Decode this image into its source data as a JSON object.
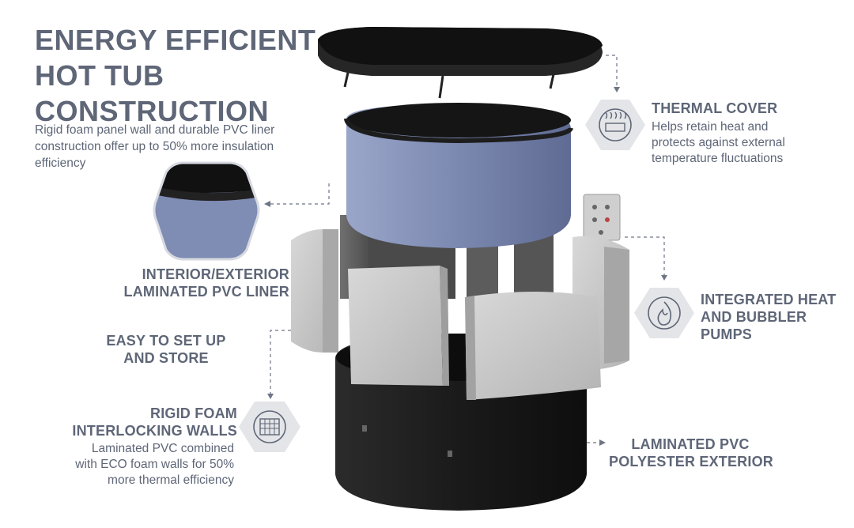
{
  "headline": [
    "ENERGY EFFICIENT",
    "HOT TUB",
    "CONSTRUCTION"
  ],
  "intro": "Rigid foam panel wall and durable PVC liner construction offer up to 50% more insulation efficiency",
  "features": {
    "thermal_cover": {
      "title": "THERMAL COVER",
      "desc": [
        "Helps retain heat and",
        "protects against external",
        "temperature fluctuations"
      ],
      "icon": "thermal-cover-icon"
    },
    "liner": {
      "title": [
        "INTERIOR/EXTERIOR",
        "LAMINATED PVC LINER"
      ]
    },
    "heat_pumps": {
      "title": [
        "INTEGRATED HEAT",
        "AND BUBBLER",
        "PUMPS"
      ],
      "icon": "flame-icon"
    },
    "setup": {
      "title": [
        "EASY TO SET UP",
        "AND STORE"
      ]
    },
    "walls": {
      "title": [
        "RIGID FOAM",
        "INTERLOCKING WALLS"
      ],
      "desc": [
        "Laminated PVC combined",
        "with ECO foam walls for 50%",
        "more thermal efficiency"
      ],
      "icon": "foam-wall-icon"
    },
    "exterior": {
      "title": [
        "LAMINATED PVC",
        "POLYESTER EXTERIOR"
      ]
    }
  },
  "colors": {
    "text": "#5e6677",
    "liner_blue": "#7d8bb3",
    "hex_bg": "#e4e5e8",
    "foam": "#c9c9c9",
    "black": "#1a1a1a"
  }
}
